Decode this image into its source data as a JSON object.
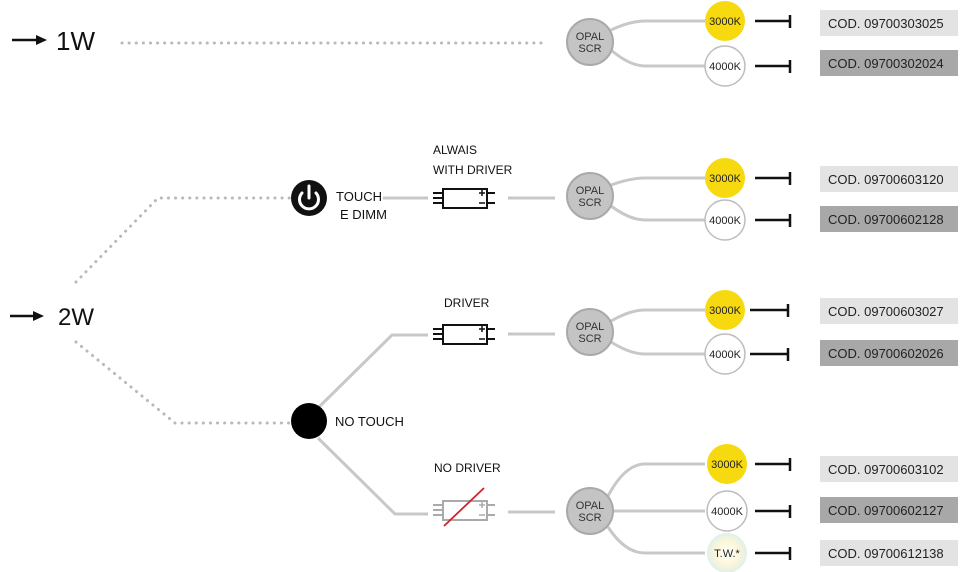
{
  "inputs": {
    "w1": {
      "label": "1W"
    },
    "w2": {
      "label": "2W"
    }
  },
  "control": {
    "touch_line1": "TOUCH",
    "touch_line2": "E DIMM",
    "no_touch": "NO TOUCH"
  },
  "driver_labels": {
    "always_line1": "ALWAIS",
    "always_line2": "WITH DRIVER",
    "driver": "DRIVER",
    "no_driver": "NO DRIVER"
  },
  "diffuser": {
    "line1": "OPAL",
    "line2": "SCR"
  },
  "temps": {
    "t3000": "3000K",
    "t4000": "4000K",
    "tw": "T.W.*"
  },
  "codes": {
    "c1": "COD. 09700303025",
    "c2": "COD. 09700302024",
    "c3": "COD. 09700603120",
    "c4": "COD. 09700602128",
    "c5": "COD. 09700603027",
    "c6": "COD. 09700602026",
    "c7": "COD. 09700603102",
    "c8": "COD. 09700602127",
    "c9": "COD. 09700612138"
  },
  "colors": {
    "warm_3000k": "#f7d90f",
    "line_gray": "#c8c8c8",
    "dot_gray": "#b9b9b9",
    "opal_fill": "#c4c4c4",
    "code_light": "#e3e3e3",
    "code_dark": "#a8a8a8",
    "slash_red": "#d6202b"
  }
}
